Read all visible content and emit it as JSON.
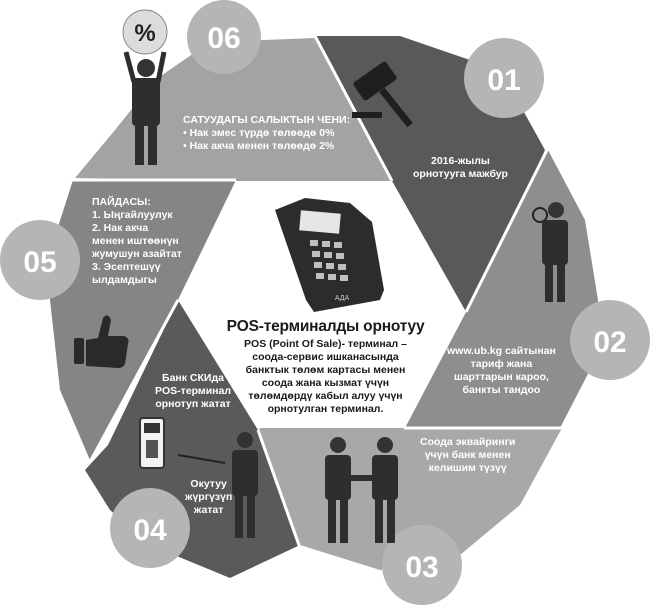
{
  "steps": [
    {
      "number": "01",
      "lines": [
        "2016-жылы",
        "орнотууга мажбур"
      ]
    },
    {
      "number": "02",
      "lines": [
        "www.ub.kg сайтынан",
        "тариф жана",
        "шарттарын кароо,",
        "банкты тандоо"
      ]
    },
    {
      "number": "03",
      "lines": [
        "Соода эквайринги",
        "үчүн банк менен",
        "келишим түзүү"
      ]
    },
    {
      "number": "04",
      "lines_top": [
        "Банк СКИда",
        "POS-терминал",
        "орнотуп жатат"
      ],
      "lines_bottom": [
        "Окутуу",
        "жүргүзүп",
        "жатат"
      ]
    },
    {
      "number": "05",
      "lines": [
        "ПАЙДАСЫ:",
        "1. Ыңгайлуулук",
        "2. Нак акча",
        "менен иштөөнүн",
        "жумушун азайтат",
        "3. Эсептешүү",
        "ылдамдыгы"
      ]
    },
    {
      "number": "06",
      "lines": [
        "САТУУДАГЫ САЛЫКТЫН ЧЕНИ:",
        "• Нак эмес түрдө төлөөдө 0%",
        "• Нак акча менен төлөөдө 2%"
      ]
    }
  ],
  "center": {
    "title": "POS-терминалды орнотуу",
    "body": [
      "POS (Point Of Sale)- терминал –",
      "соода-сервис ишканасында",
      "банктык төлөм картасы менен",
      "соода жана кызмат үчүн",
      "төлөмдөрдү кабыл алуу үчүн",
      "орнотулган терминал."
    ]
  },
  "icons": {
    "percent_sign": "%",
    "terminal_logo": "АДА"
  },
  "colors": {
    "segment_dark": "#5a5a5a",
    "segment_mid": "#8a8a8a",
    "segment_light": "#a5a5a5",
    "circle": "#b3b3b3",
    "center_bg": "#ffffff"
  }
}
